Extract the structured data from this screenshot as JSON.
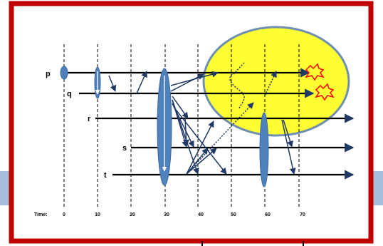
{
  "processes": [
    {
      "id": "p",
      "label": "p"
    },
    {
      "id": "q",
      "label": "q"
    },
    {
      "id": "r",
      "label": "r"
    },
    {
      "id": "s",
      "label": "s"
    },
    {
      "id": "t",
      "label": "t"
    }
  ],
  "time_axis": {
    "label": "Time:",
    "ticks": [
      "0",
      "10",
      "20",
      "30",
      "40",
      "50",
      "60",
      "70"
    ]
  },
  "colors": {
    "frame": "#c00000",
    "ellipse_fill": "#ffff33",
    "ellipse_stroke": "#6f8fb0",
    "token": "#4f81bd",
    "arrow": "#1f3864",
    "crash": "#ff0000",
    "side_tab": "#a6bedc"
  }
}
